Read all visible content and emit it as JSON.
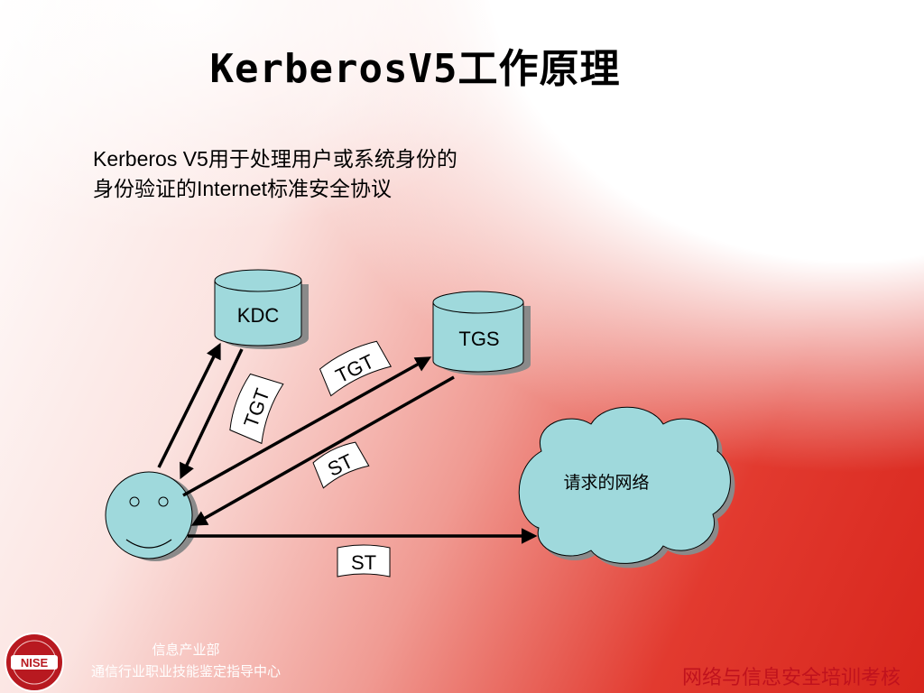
{
  "title": "KerberosV5工作原理",
  "subtitle": {
    "line1": "Kerberos V5用于处理用户或系统身份的",
    "line2": "身份验证的Internet标准安全协议"
  },
  "diagram": {
    "nodes": {
      "kdc": "KDC",
      "tgs": "TGS",
      "network": "请求的网络"
    },
    "tickets": {
      "tgt_from_kdc": "TGT",
      "tgt_to_tgs": "TGT",
      "st_from_tgs": "ST",
      "st_to_network": "ST"
    }
  },
  "footer": {
    "org_line1": "信息产业部",
    "org_line2": "通信行业职业技能鉴定指导中心",
    "program": "网络与信息安全培训考核",
    "logo_text": "NISE"
  },
  "colors": {
    "node_fill": "#9fd9dc",
    "shadow": "#8a8a8a",
    "footer_accent": "#c0121d"
  }
}
